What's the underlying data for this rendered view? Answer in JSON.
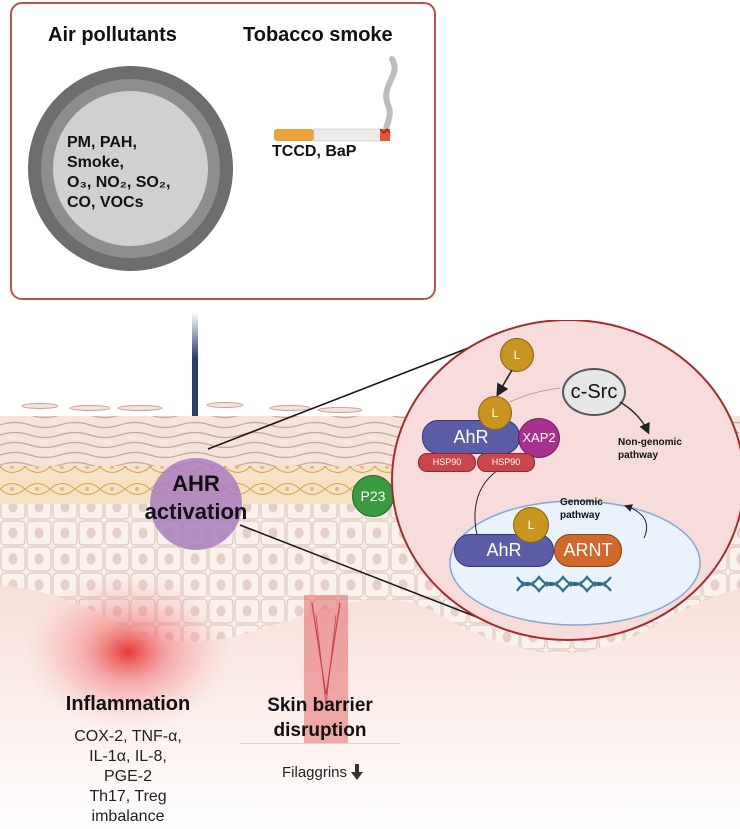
{
  "sources_box": {
    "air_pollutants": {
      "title": "Air pollutants",
      "lines": [
        "PM, PAH,",
        "Smoke,",
        "O₃, NO₂, SO₂,",
        "CO, VOCs"
      ]
    },
    "tobacco": {
      "title": "Tobacco smoke",
      "compounds": "TCCD, BaP"
    }
  },
  "skin": {
    "ahr_activation": [
      "AHR",
      "activation"
    ],
    "p23": "P23"
  },
  "zoom_circle": {
    "ligand": "L",
    "csrc": "c-Src",
    "ahr": "AhR",
    "xap2": "XAP2",
    "hsp90_a": "HSP90",
    "hsp90_b": "HSP90",
    "non_genomic": [
      "Non-genomic",
      "pathway"
    ],
    "genomic": [
      "Genomic",
      "pathway"
    ],
    "nuclear_ahr": "AhR",
    "nuclear_ligand": "L",
    "arnt": "ARNT"
  },
  "outcomes": {
    "inflammation": {
      "title": "Inflammation",
      "lines": [
        "COX-2, TNF-α,",
        "IL-1α, IL-8,",
        "PGE-2",
        "Th17, Treg",
        "imbalance"
      ]
    },
    "barrier": {
      "title": [
        "Skin barrier",
        "disruption"
      ],
      "marker": "Filaggrins",
      "marker_direction": "down"
    }
  },
  "colors": {
    "box_border": "#c0504d",
    "arrow": "#2c3e6b",
    "ahr_purple": "#5b5ea6",
    "ligand_gold": "#c8951f",
    "xap2_magenta": "#a8318f",
    "hsp90_red": "#c9474a",
    "arnt_orange": "#cf6a2c",
    "p23_green": "#3a9a3f",
    "zoom_pink": "#f8dcdc",
    "nucleus_blue": "#eaf2fb",
    "activation_purple": "#a97cc0"
  }
}
